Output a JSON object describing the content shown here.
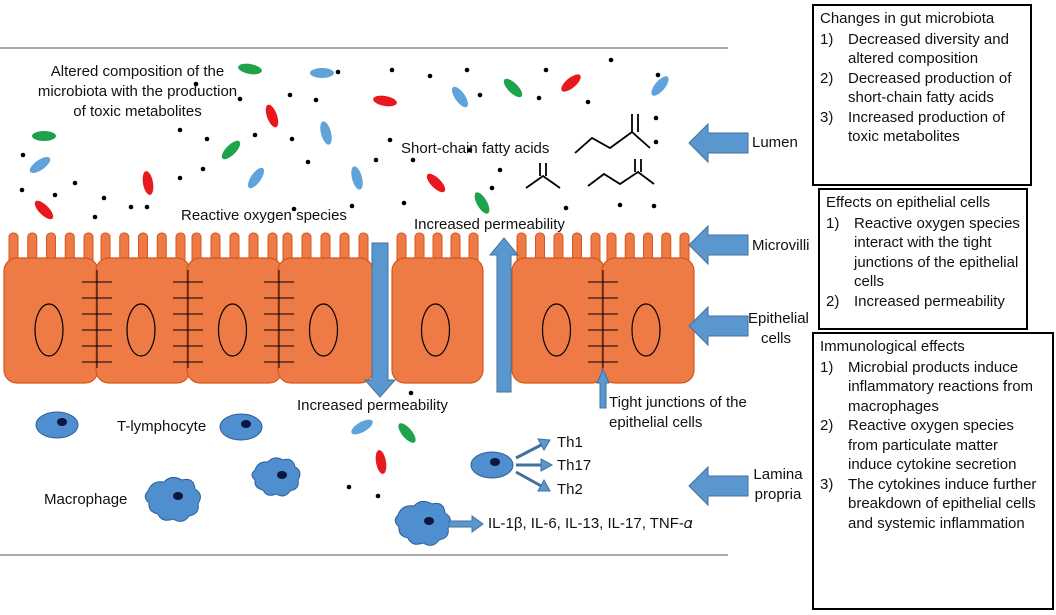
{
  "labels": {
    "altered_composition": "Altered composition of the microbiota with the production of toxic metabolites",
    "short_chain_fatty_acids": "Short-chain fatty acids",
    "reactive_oxygen_species": "Reactive oxygen species",
    "increased_permeability_top": "Increased permeability",
    "increased_permeability_bottom": "Increased permeability",
    "tight_junctions": "Tight junctions of the epithelial cells",
    "t_lymphocyte": "T-lymphocyte",
    "macrophage": "Macrophage",
    "th1": "Th1",
    "th17": "Th17",
    "th2": "Th2",
    "cytokines": "IL-1β, IL-6, IL-13, IL-17, TNF-𝛼"
  },
  "regions": {
    "lumen": "Lumen",
    "microvilli": "Microvilli",
    "epithelial_cells": "Epithelial cells",
    "lamina_propria": "Lamina propria"
  },
  "panels": {
    "microbiota": {
      "title": "Changes in gut microbiota",
      "items": [
        {
          "num": "1)",
          "text": "Decreased diversity and altered composition"
        },
        {
          "num": "2)",
          "text": "Decreased production of short-chain fatty acids"
        },
        {
          "num": "3)",
          "text": "Increased production of toxic metabolites"
        }
      ]
    },
    "epithelial": {
      "title": "Effects on epithelial cells",
      "items": [
        {
          "num": "1)",
          "text": "Reactive oxygen species interact with the tight junctions of the epithelial cells"
        },
        {
          "num": "2)",
          "text": "Increased permeability"
        }
      ]
    },
    "immunological": {
      "title": "Immunological effects",
      "items": [
        {
          "num": "1)",
          "text": "Microbial products induce inflammatory reactions from macrophages"
        },
        {
          "num": "2)",
          "text": "Reactive oxygen species from particulate matter induce cytokine secretion"
        },
        {
          "num": "3)",
          "text": "The cytokines induce further breakdown of epithelial cells and systemic inflammation"
        }
      ]
    }
  },
  "colors": {
    "cell_fill": "#ee7a45",
    "cell_stroke": "#d4571d",
    "arrow_fill": "#5a97cf",
    "arrow_stroke": "#41719c",
    "bacteria_green": "#1ea34a",
    "bacteria_red": "#e8191e",
    "bacteria_blue": "#5ea3dc",
    "immune_cell": "#4f8fcf",
    "nucleus": "#0d1640"
  }
}
